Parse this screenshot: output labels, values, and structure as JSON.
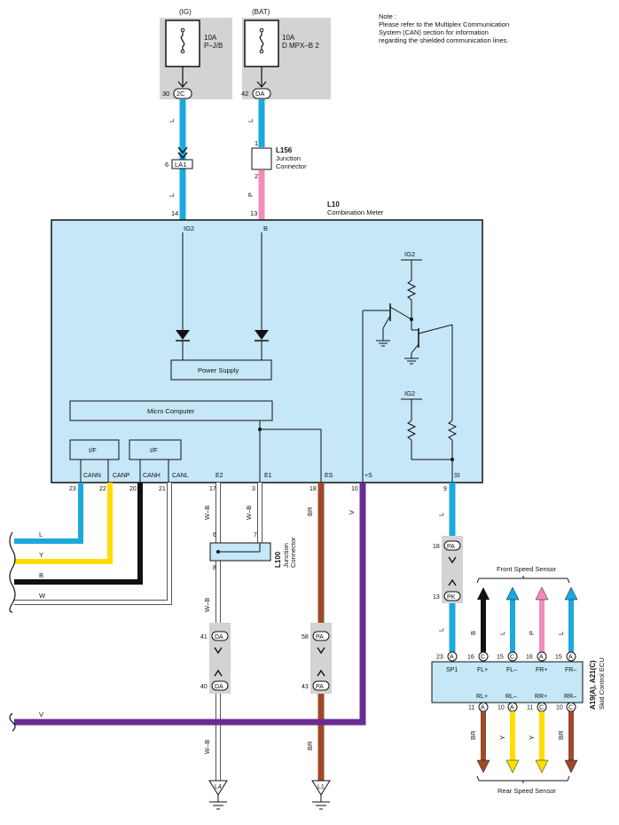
{
  "colors": {
    "panel": "#d3d3d3",
    "meter_fill": "#c5e7f7",
    "wire_L": "#1aa9df",
    "wire_P": "#f28cbd",
    "wire_Y": "#ffdd00",
    "wire_B": "#111111",
    "wire_W": "#ffffff",
    "wire_V": "#6a2c91",
    "wire_BR": "#9e4a2a",
    "wire_WB": "#ffffff"
  },
  "note": {
    "line1": "Note :",
    "line2": "Please refer to the Multiplex Communication",
    "line3": "System (CAN) section for information",
    "line4": "regarding the shielded communication lines."
  },
  "fuse_ig": {
    "label": "(IG)",
    "rating": "10A",
    "name": "P–J/B",
    "pin": "30",
    "connector": "2C"
  },
  "fuse_bat": {
    "label": "(BAT)",
    "rating": "10A",
    "name": "D MPX–B 2",
    "pin": "42",
    "connector": "DA"
  },
  "wires": {
    "ig_color": "L",
    "bat_color": "L",
    "ig_color2": "L",
    "bat_color2": "P",
    "can_L": "L",
    "can_Y": "Y",
    "can_B": "B",
    "can_W": "W",
    "wb1": "W–B",
    "wb2": "W–B",
    "wb3": "W–B",
    "wb4": "W–B",
    "br1": "BR",
    "br2": "BR",
    "v1": "V",
    "v2": "V",
    "si1": "L",
    "si2": "L"
  },
  "la1": {
    "pin": "6",
    "name": "LA1"
  },
  "l156": {
    "code": "L156",
    "line1": "Junction",
    "line2": "Connector",
    "pin_top": "1",
    "pin_bottom": "2"
  },
  "meter": {
    "code": "L10",
    "name": "Combination Meter",
    "pin_ig2": "14",
    "pin_b": "13",
    "lbl_ig2": "IG2",
    "lbl_b": "B",
    "power_supply": "Power Supply",
    "micro_computer": "Micro Computer",
    "if1": "I/F",
    "if2": "I/F",
    "ig2_top": "IG2",
    "ig2_mid": "IG2",
    "bottom_labels": [
      "CANN",
      "CANP",
      "CANH",
      "CANL",
      "E2",
      "E1",
      "ES",
      "+S",
      "SI"
    ],
    "bottom_pins": [
      "23",
      "22",
      "20",
      "21",
      "17",
      "3",
      "18",
      "10",
      "9"
    ]
  },
  "l100": {
    "code": "L100",
    "line1": "Junction",
    "line2": "Connector",
    "pin6": "6",
    "pin7": "7",
    "pin8": "8"
  },
  "da_joint": {
    "pin_top": "41",
    "pin_bottom": "40",
    "connector": "DA"
  },
  "pa_joint": {
    "pin_top": "58",
    "pin_bottom": "43",
    "connector": "PA"
  },
  "pa_pk": {
    "pin_pa": "18",
    "conn_pa": "PA",
    "pin_pk": "13",
    "conn_pk": "PK"
  },
  "ground_l4": "L4",
  "ground_l1": "L1",
  "ecu": {
    "code": "A19(A), A21(C)",
    "name": "Skid Control ECU",
    "front_sensor": "Front Speed Sensor",
    "rear_sensor": "Rear Speed Sensor",
    "top_labels": [
      "SP1",
      "FL+",
      "FL–",
      "FR+",
      "FR–"
    ],
    "top_pins": [
      "23",
      "16",
      "15",
      "16",
      "15"
    ],
    "top_conns": [
      "A",
      "C",
      "C",
      "A",
      "A"
    ],
    "top_wires": [
      "L",
      "B",
      "L",
      "P",
      "L"
    ],
    "bottom_labels": [
      "RL+",
      "RL–",
      "RR+",
      "RR–"
    ],
    "bottom_pins": [
      "11",
      "10",
      "11",
      "10"
    ],
    "bottom_conns": [
      "A",
      "A",
      "C",
      "C"
    ],
    "bottom_wires": [
      "BR",
      "Y",
      "Y",
      "BR"
    ]
  }
}
